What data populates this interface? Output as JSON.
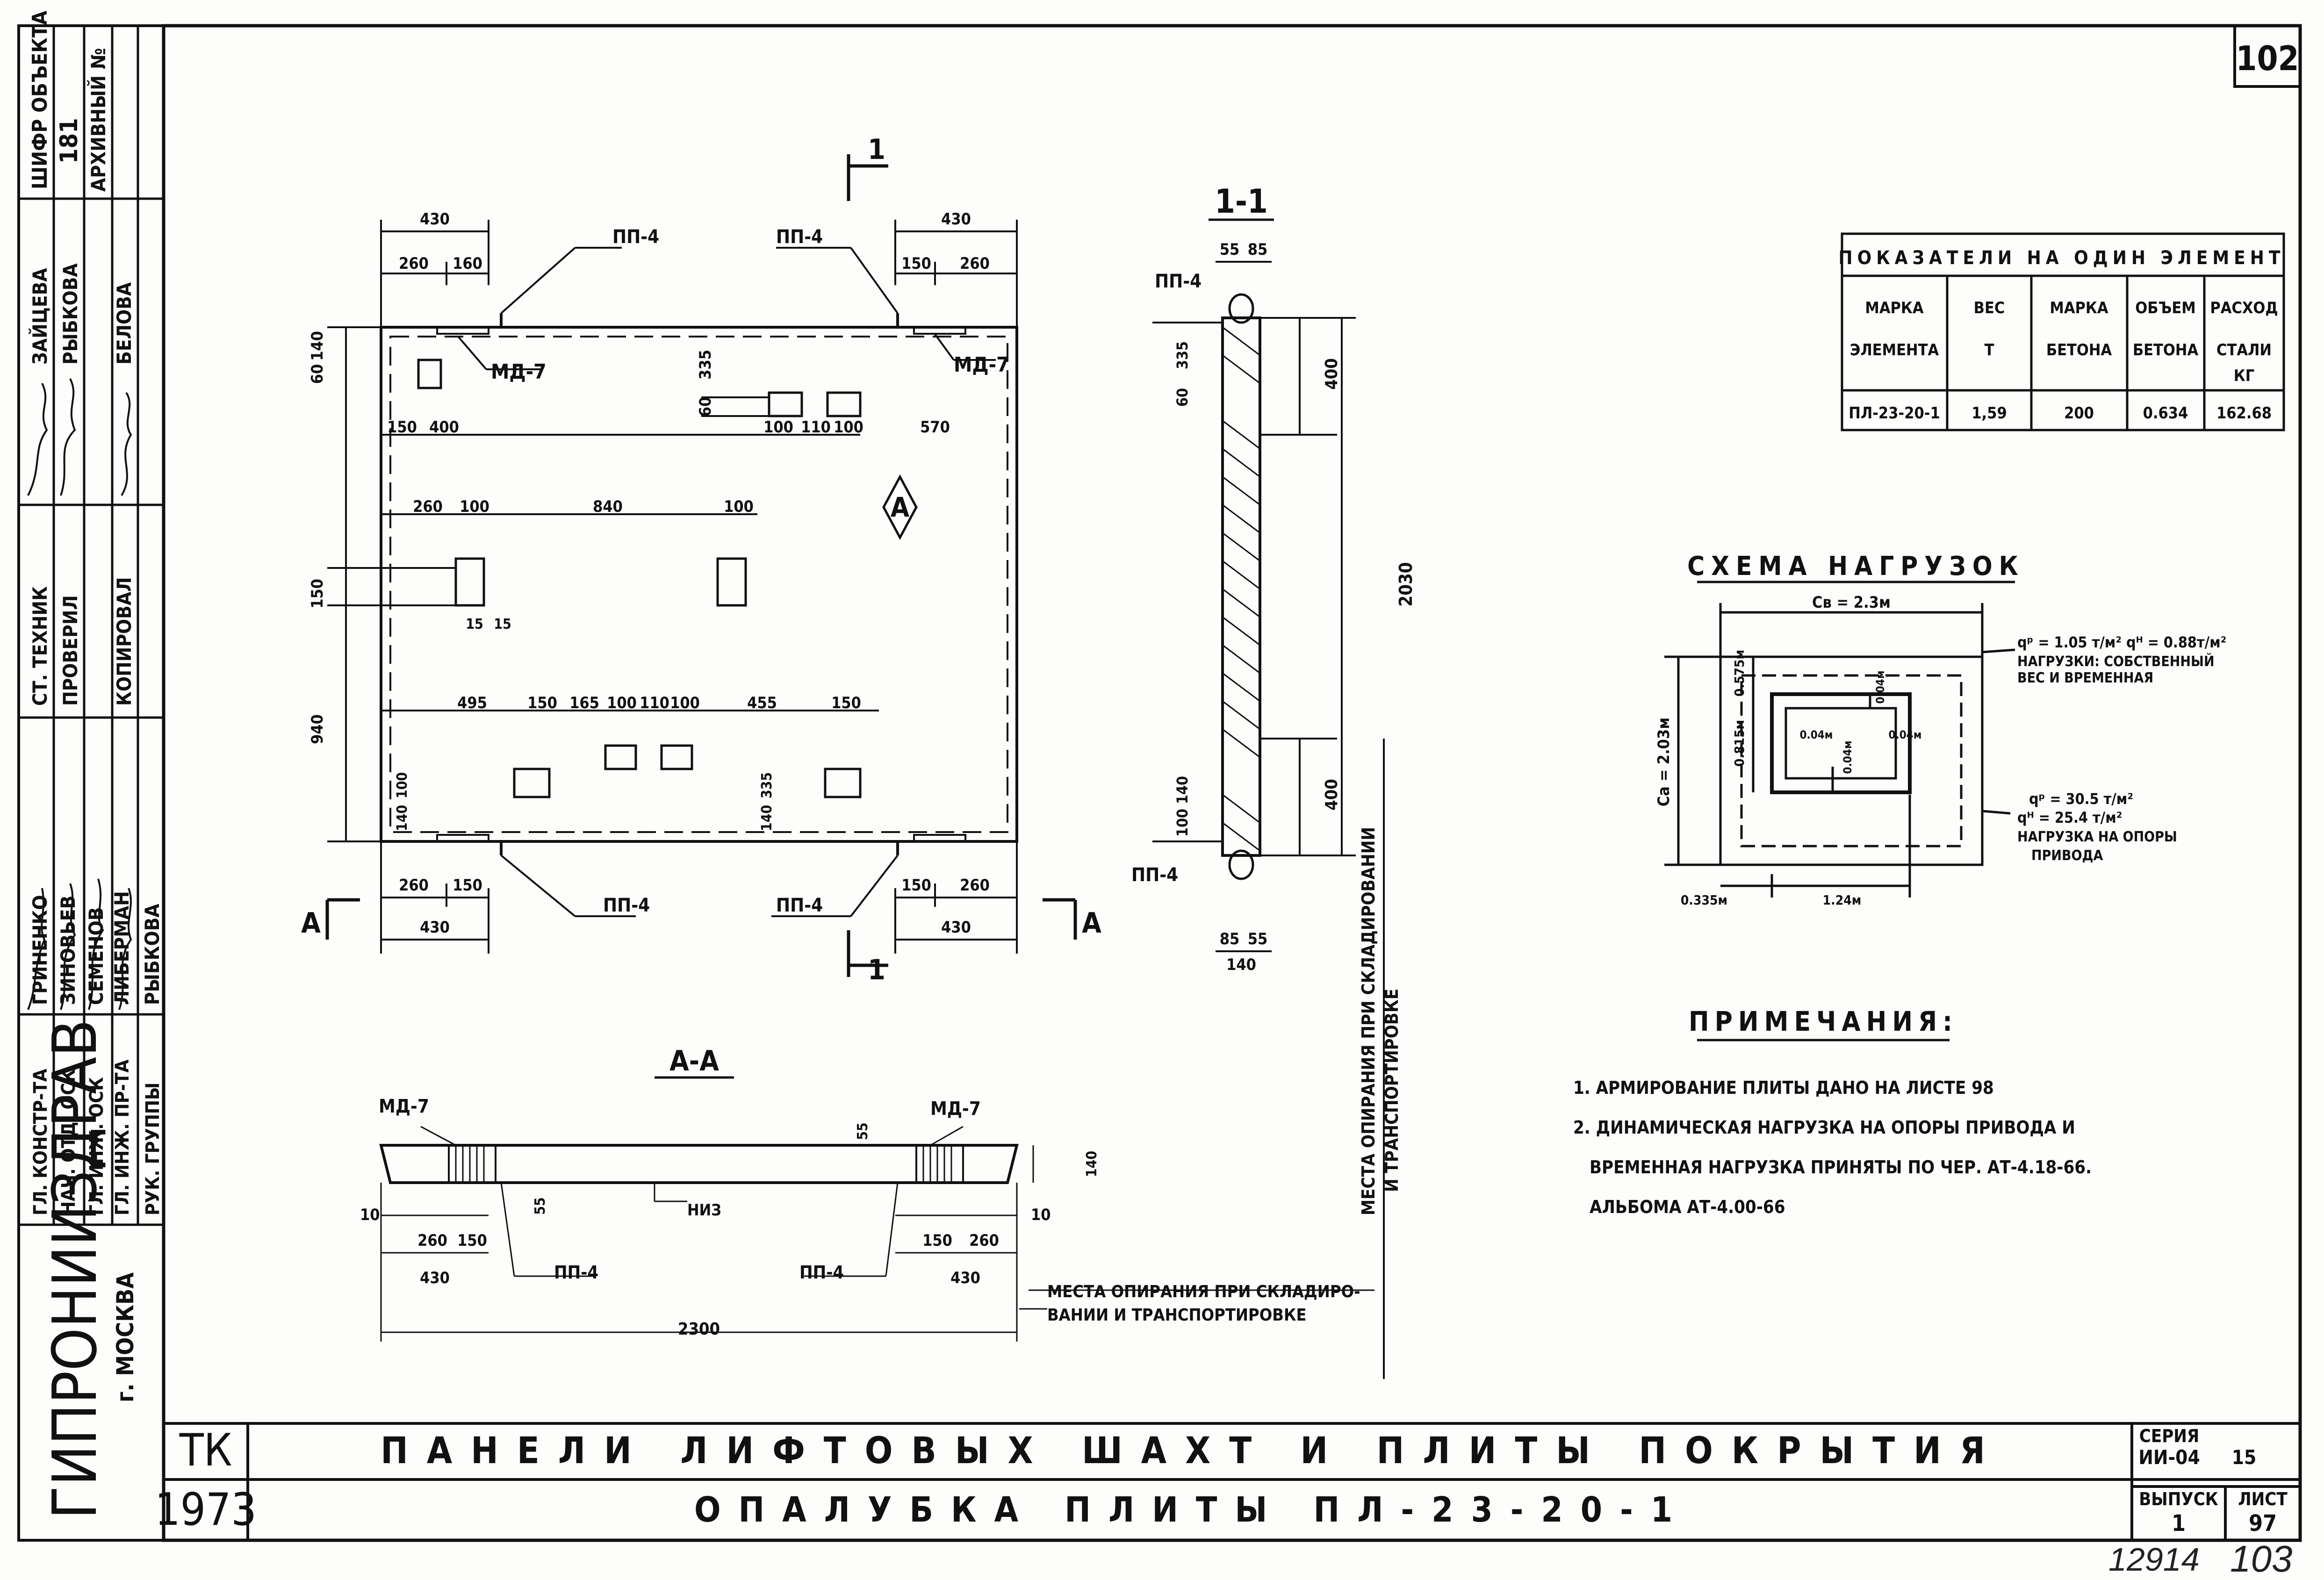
{
  "sheet": {
    "page_number": "102",
    "stamp_left": "12914",
    "stamp_right": "103"
  },
  "strip": {
    "shifr_label": "ШИФР ОБЪЕКТА",
    "shifr_value": "181",
    "archive_label": "АРХИВНЫЙ №",
    "col1_top": "ЗАЙЦЕВА",
    "col2_top": "РЫБКОВА",
    "col4_top": "БЕЛОВА",
    "col1_mid": "СТ. ТЕХНИК",
    "col2_mid": "ПРОВЕРИЛ",
    "col4_mid": "КОПИРОВАЛ",
    "names_bottom": [
      "ГРИНЕНКО",
      "ЗИНОВЬЕВ",
      "СЕМЕНОВ",
      "ЛИБЕРМАН",
      "РЫБКОВА"
    ],
    "roles_bottom": [
      "ГЛ. КОНСТР-ТА",
      "НАЧ. ОТД. ОСК",
      "ГЛ. ИНЖ. ОСК",
      "ГЛ. ИНЖ. ПР-ТА",
      "РУК. ГРУППЫ"
    ],
    "org": "ГИПРОНИИЗДРАВ",
    "city": "г. МОСКВА"
  },
  "titleblock": {
    "code": "ТК",
    "year": "1973",
    "title": "ПАНЕЛИ ЛИФТОВЫХ ШАХТ И ПЛИТЫ ПОКРЫТИЯ",
    "subtitle": "ОПАЛУБКА ПЛИТЫ ПЛ-23-20-1",
    "series_label": "СЕРИЯ",
    "series_value": "ИИ-04",
    "series_extra": "15",
    "issue_label": "ВЫПУСК",
    "issue_value": "1",
    "sheet_label": "ЛИСТ",
    "sheet_value": "97"
  },
  "plan": {
    "marker": "А",
    "cut_label": "1",
    "cut_a": "А",
    "labels": {
      "pp4": "ПП-4",
      "md7": "МД-7"
    },
    "dims": {
      "15": "15",
      "60": "60",
      "100": "100",
      "110": "110",
      "140": "140",
      "150": "150",
      "160": "160",
      "165": "165",
      "260": "260",
      "335": "335",
      "400": "400",
      "430": "430",
      "455": "455",
      "495": "495",
      "570": "570",
      "840": "840",
      "940": "940"
    }
  },
  "section11": {
    "title": "1-1",
    "dims": {
      "55": "55",
      "60": "60",
      "85": "85",
      "100": "100",
      "140": "140",
      "335": "335",
      "400": "400",
      "2030": "2030"
    },
    "support_line1": "МЕСТА ОПИРАНИЯ ПРИ СКЛАДИРОВАНИИ",
    "support_line2": "И ТРАНСПОРТИРОВКЕ"
  },
  "sectionAA": {
    "title": "А-А",
    "niz": "НИЗ",
    "dims": {
      "10": "10",
      "55": "55",
      "140": "140",
      "150": "150",
      "260": "260",
      "430": "430",
      "2300": "2300"
    },
    "support_line1": "МЕСТА ОПИРАНИЯ ПРИ СКЛАДИРО-",
    "support_line2": "ВАНИИ И ТРАНСПОРТИРОВКЕ"
  },
  "table": {
    "title": "ПОКАЗАТЕЛИ НА ОДИН ЭЛЕМЕНТ",
    "headers": [
      {
        "line1": "МАРКА",
        "line2": "ЭЛЕМЕНТА"
      },
      {
        "line1": "ВЕС",
        "line2": "Т"
      },
      {
        "line1": "МАРКА",
        "line2": "БЕТОНА"
      },
      {
        "line1": "ОБЪЕМ",
        "line2": "БЕТОНА"
      },
      {
        "line1": "РАСХОД",
        "line2": "СТАЛИ",
        "line3": "КГ"
      }
    ],
    "row": [
      "ПЛ-23-20-1",
      "1,59",
      "200",
      "0.634",
      "162.68"
    ]
  },
  "loads": {
    "title": "СХЕМА НАГРУЗОК",
    "cb": "Cв = 2.3м",
    "ca": "Cа = 2.03м",
    "d_0575": "0.575м",
    "d_0815": "0.815м",
    "d_0335": "0.335м",
    "d_124": "1.24м",
    "d_004": "0.04м",
    "q1": "qᵖ = 1.05 т/м²  qᴴ = 0.88т/м²",
    "q1_desc1": "НАГРУЗКИ: СОБСТВЕННЫЙ",
    "q1_desc2": "ВЕС И ВРЕМЕННАЯ",
    "q2p": "qᵖ = 30.5 т/м²",
    "q2h": "qᴴ = 25.4 т/м²",
    "q2_desc1": "НАГРУЗКА НА ОПОРЫ",
    "q2_desc2": "ПРИВОДА"
  },
  "notes": {
    "title": "ПРИМЕЧАНИЯ:",
    "items": [
      "1. АРМИРОВАНИЕ ПЛИТЫ ДАНО НА ЛИСТЕ 98",
      "2. ДИНАМИЧЕСКАЯ НАГРУЗКА НА ОПОРЫ ПРИВОДА И",
      "ВРЕМЕННАЯ НАГРУЗКА ПРИНЯТЫ ПО ЧЕР. АТ-4.18-66.",
      "АЛЬБОМА АТ-4.00-66"
    ]
  }
}
